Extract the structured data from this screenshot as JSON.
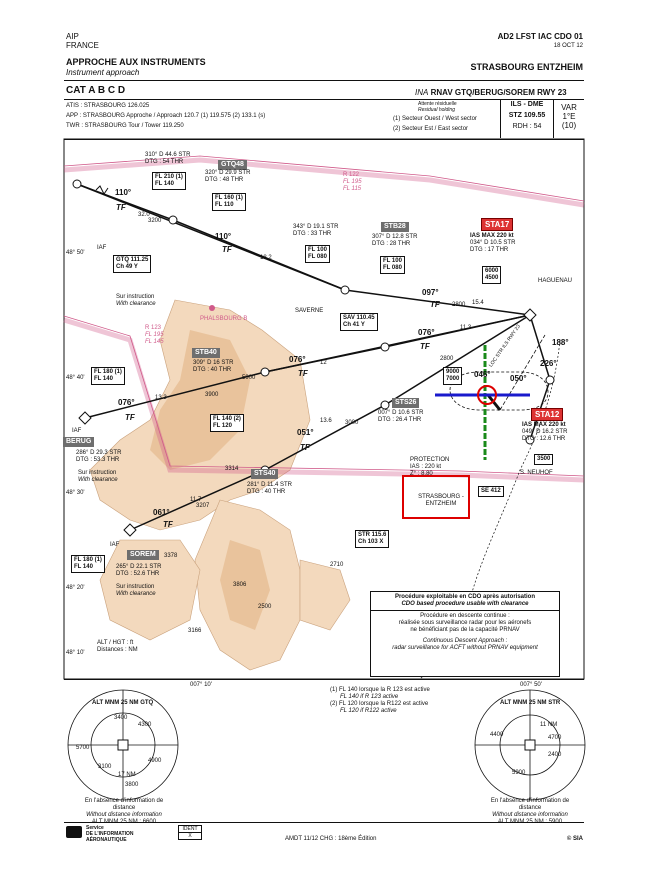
{
  "header": {
    "aip": "AIP",
    "country": "FRANCE",
    "chart_id": "AD2 LFST IAC CDO 01",
    "date": "18 OCT 12",
    "title_fr": "APPROCHE AUX INSTRUMENTS",
    "title_en": "Instrument approach",
    "aerodrome": "STRASBOURG ENTZHEIM",
    "cat": "CAT A B C D",
    "ina": "INA",
    "procedure": "RNAV GTQ/BERUG/SOREM RWY 23"
  },
  "comms": {
    "atis": "ATIS : STRASBOURG 126.025",
    "app": "APP : STRASBOURG Approche / Approach 120.7 (1) 119.575 (2) 133.1 (s)",
    "twr": "TWR : STRASBOURG Tour / Tower 119.250",
    "holding_fr": "Attente résiduelle",
    "holding_en": "Residual holding",
    "sector1": "(1) Secteur Ouest / West sector",
    "sector2": "(2) Secteur Est / East sector",
    "ils_label": "ILS - DME",
    "ils_freq": "STZ 109.55",
    "rdh": "RDH : 54",
    "var_label": "VAR",
    "var_value": "1°E",
    "var_year": "(10)"
  },
  "waypoints": {
    "gtq48": "GTQ48",
    "stb28": "STB28",
    "sta17": "STA17",
    "stb40": "STB40",
    "sts26": "STS26",
    "sts40": "STS40",
    "sta12": "STA12",
    "berug": "BERUG",
    "sorem": "SOREM"
  },
  "boxes": {
    "gtq48_top_a": "310° D 44.6 STR",
    "gtq48_top_b": "DTG : 54 THR",
    "fl210": "FL 210 (1)",
    "fl140a": "FL 140",
    "gtq48_a": "320° D 29.9 STR",
    "gtq48_b": "DTG : 48 THR",
    "fl160": "FL 160 (1)",
    "fl110": "FL 110",
    "b343_a": "343° D 19.1 STR",
    "b343_b": "DTG : 33 THR",
    "fl100a": "FL 100",
    "fl080a": "FL 080",
    "stb28_a": "307° D 12.8 STR",
    "stb28_b": "DTG : 28 THR",
    "fl100b": "FL 100",
    "fl080b": "FL 080",
    "sta17_ias": "IAS MAX 220 kt",
    "sta17_a": "034° D 10.5 STR",
    "sta17_b": "DTG : 17 THR",
    "alt6000": "6000",
    "alt4500": "4500",
    "gtq_vor": "GTQ 111.25",
    "gtq_ch": "Ch 49 Y",
    "iaf1": "IAF",
    "instr1_fr": "Sur instruction",
    "instr1_en": "With clearance",
    "sav": "SAV 110.45",
    "sav_ch": "Ch 41 Y",
    "saverne": "SAVERNE",
    "phalsbourg": "PHALSBOURG B",
    "r122": "R 122",
    "fl195a": "FL 195",
    "fl115": "FL 115",
    "r123": "R 123",
    "fl195b": "FL 195",
    "fl145": "FL 145",
    "stb40_a": "309° D 16 STR",
    "stb40_b": "DTG : 40 THR",
    "fl180": "FL 180 (1)",
    "fl140b": "FL 140",
    "alt9000": "9000",
    "alt7000": "7000",
    "sts26_a": "007° D 10.6 STR",
    "sts26_b": "DTG : 26.4 THR",
    "fl140c": "FL 140 (2)",
    "fl120": "FL 120",
    "sts40_a": "281° D 11.4 STR",
    "sts40_b": "DTG : 40 THR",
    "iaf2": "IAF",
    "berug_a": "286° D 29.3 STR",
    "berug_b": "DTG : 53.3 THR",
    "instr2_fr": "Sur instruction",
    "instr2_en": "With clearance",
    "prot": "PROTECTION",
    "prot_ias": "IAS : 220 kt",
    "prot_z": "Z° : 8.80",
    "se412": "SE 412",
    "strasbourg": "STRASBOURG - ENTZHEIM",
    "str_vor": "STR 115.6",
    "str_ch": "Ch 103 X",
    "sta12_ias": "IAS MAX 220 kt",
    "sta12_a": "049° D 16.2 STR",
    "sta12_b": "DTG : 12.6 THR",
    "alt3500": "3500",
    "haglenau": "HAGUENAU",
    "neuhof": "S. NEUHOF",
    "iaf3": "IAF",
    "fl180b": "FL 180 (1)",
    "fl140d": "FL 140",
    "sorem_a": "265° D 22.1 STR",
    "sorem_b": "DTG : 52.6 THR",
    "instr3_fr": "Sur instruction",
    "instr3_en": "With clearance",
    "alt_hgt": "ALT / HGT : ft",
    "dist": "Distances : NM",
    "loc": "LOC STR ILS RWY 23"
  },
  "legs": {
    "c110a": "110°",
    "tf1": "TF",
    "d320": "32.0",
    "c110b": "110°",
    "tf2": "TF",
    "d182": "18.2",
    "c097": "097°",
    "tf3": "TF",
    "d154": "15.4",
    "c076a": "076°",
    "tf4": "TF",
    "d113": "11.3",
    "c076b": "076°",
    "tf5": "TF",
    "c076c": "076°",
    "tf6": "TF",
    "d133": "13.3",
    "d12": "12",
    "c051": "051°",
    "tf7": "TF",
    "d136": "13.6",
    "c061": "061°",
    "tf8": "TF",
    "d117": "11.7",
    "c050": "050°",
    "c226": "226°",
    "c186": "188°",
    "c046": "046°"
  },
  "elevations": {
    "e3200": "3200",
    "e2800a": "2800",
    "e2800b": "2800",
    "e3900": "3900",
    "e5900": "5900",
    "e3000": "3000",
    "e3314": "3314",
    "e3207": "3207",
    "e3378": "3378",
    "e3806": "3806",
    "e3166": "3166",
    "e2710": "2710",
    "e2500": "2500"
  },
  "cdo": {
    "title_fr": "Procédure exploitable en CDO après autorisation",
    "title_en": "CDO based procedure usable with clearance",
    "p1": "Procédure en descente continue :",
    "p2": "réalisée sous surveillance radar pour les aéronefs",
    "p3": "ne bénéficiant pas de la capacité PRNAV",
    "p4": "Continuous Descent Approach :",
    "p5": "radar surveillance for ACFT without PRNAV equipment"
  },
  "notes": {
    "n1": "(1) FL 140 lorsque la R 123 est active",
    "n1e": "FL 140 if R 123 active",
    "n2": "(2) FL 120 lorsque la R122 est active",
    "n2e": "FL 120 if R122 active"
  },
  "msa": {
    "left_title": "ALT MNM 25 NM GTQ",
    "left_a": "3400",
    "left_b": "4300",
    "left_c": "5700",
    "left_d": "4900",
    "left_e": "3100",
    "left_f": "17 NM",
    "left_g": "3800",
    "right_title": "ALT MNM 25 NM STR",
    "right_a": "11 NM",
    "right_b": "4700",
    "right_c": "4400",
    "right_d": "2400",
    "right_e": "5900",
    "ll1": "007° 10'",
    "ll2": "007° 50'",
    "lat1": "48° 50'",
    "lat2": "48° 40'",
    "lat3": "48° 30'",
    "lat4": "48° 20'",
    "lat5": "48° 10'",
    "note_fr": "En l'absence d'information de distance",
    "note_en": "Without distance information",
    "note_alt_l": "ALT MNM 25 NM : 6600",
    "note_alt_r": "ALT MNM 25 NM : 5900"
  },
  "footer": {
    "sia1": "Service",
    "sia2": "DE L'INFORMATION",
    "sia3": "AÉRONAUTIQUE",
    "ident": "IDENT",
    "ident_v": "X",
    "amdt": "AMDT 11/12 CHG : 18ème Édition",
    "copy": "© SIA"
  }
}
